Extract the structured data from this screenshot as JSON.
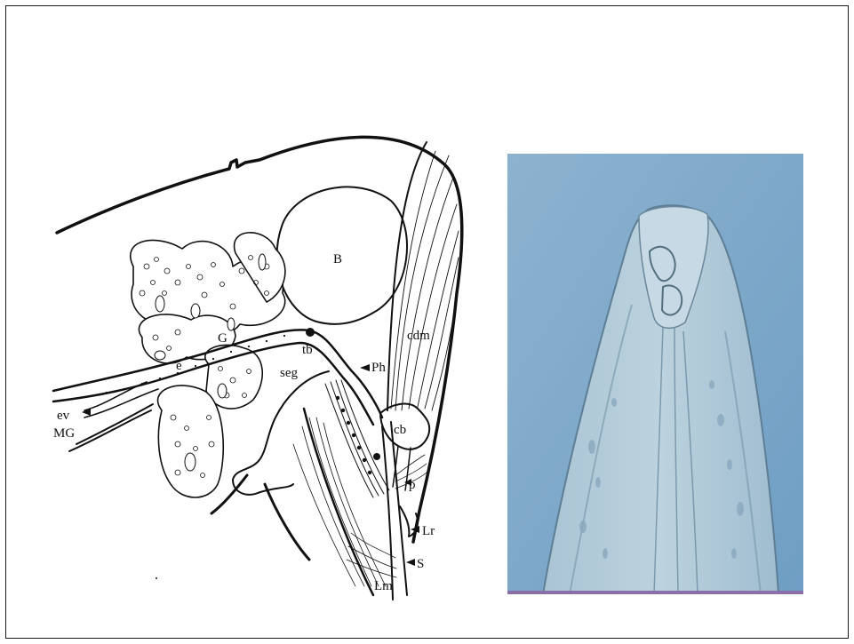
{
  "slide": {
    "diagram": {
      "labels": {
        "B": "B",
        "cdm": "cdm",
        "G": "G",
        "tb": "tb",
        "Ph": "Ph",
        "e": "e",
        "seg": "seg",
        "ev": "ev",
        "MG": "MG",
        "cb": "cb",
        "p": "p",
        "Lr": "Lr",
        "S": "S",
        "Lm": "Lm"
      }
    },
    "micrograph": {
      "background_color": "#8fb4cf"
    }
  }
}
